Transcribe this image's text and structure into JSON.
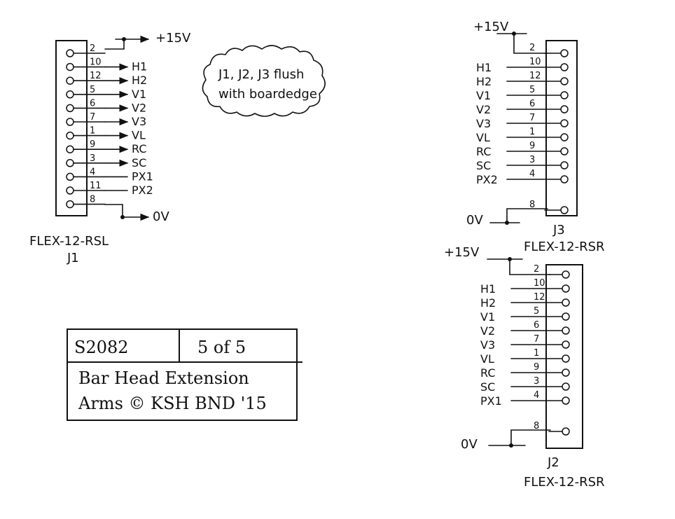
{
  "power_label": "+15V",
  "ground_label": "0V",
  "note": {
    "line1": "J1, J2, J3 flush",
    "line2": "with boardedge"
  },
  "j1": {
    "name": "J1",
    "part": "FLEX-12-RSL",
    "rows": [
      {
        "pin": "2",
        "signal": "+15V"
      },
      {
        "pin": "10",
        "signal": "H1"
      },
      {
        "pin": "12",
        "signal": "H2"
      },
      {
        "pin": "5",
        "signal": "V1"
      },
      {
        "pin": "6",
        "signal": "V2"
      },
      {
        "pin": "7",
        "signal": "V3"
      },
      {
        "pin": "1",
        "signal": "VL"
      },
      {
        "pin": "9",
        "signal": "RC"
      },
      {
        "pin": "3",
        "signal": "SC"
      },
      {
        "pin": "4",
        "signal": "PX1"
      },
      {
        "pin": "11",
        "signal": "PX2"
      },
      {
        "pin": "8",
        "signal": "0V"
      }
    ]
  },
  "j3": {
    "name": "J3",
    "part": "FLEX-12-RSR",
    "rows": [
      {
        "pin": "2",
        "signal": "+15V"
      },
      {
        "pin": "10",
        "signal": "H1"
      },
      {
        "pin": "12",
        "signal": "H2"
      },
      {
        "pin": "5",
        "signal": "V1"
      },
      {
        "pin": "6",
        "signal": "V2"
      },
      {
        "pin": "7",
        "signal": "V3"
      },
      {
        "pin": "1",
        "signal": "VL"
      },
      {
        "pin": "9",
        "signal": "RC"
      },
      {
        "pin": "3",
        "signal": "SC"
      },
      {
        "pin": "4",
        "signal": "PX2"
      },
      {
        "pin": "8",
        "signal": "0V"
      }
    ]
  },
  "j2": {
    "name": "J2",
    "part": "FLEX-12-RSR",
    "rows": [
      {
        "pin": "2",
        "signal": "+15V"
      },
      {
        "pin": "10",
        "signal": "H1"
      },
      {
        "pin": "12",
        "signal": "H2"
      },
      {
        "pin": "5",
        "signal": "V1"
      },
      {
        "pin": "6",
        "signal": "V2"
      },
      {
        "pin": "7",
        "signal": "V3"
      },
      {
        "pin": "1",
        "signal": "VL"
      },
      {
        "pin": "9",
        "signal": "RC"
      },
      {
        "pin": "3",
        "signal": "SC"
      },
      {
        "pin": "4",
        "signal": "PX1"
      },
      {
        "pin": "8",
        "signal": "0V"
      }
    ]
  },
  "title_block": {
    "drawing_number": "S2082",
    "sheet": "5 of 5",
    "title_line1": "Bar Head Extension",
    "title_line2": "Arms © KSH BND '15"
  }
}
